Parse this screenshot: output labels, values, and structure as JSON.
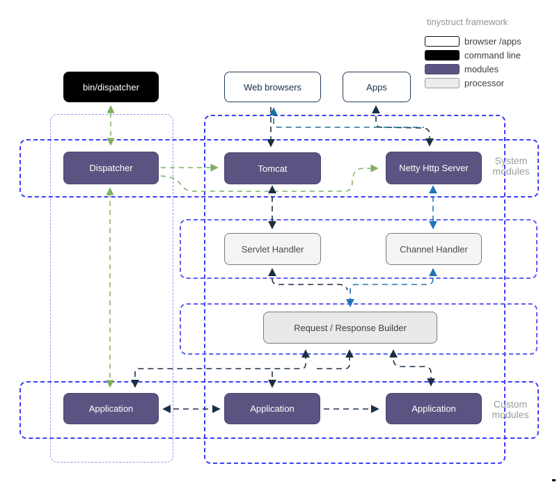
{
  "legend": {
    "title": "tinystruct framework",
    "items": [
      {
        "label": "browser /apps",
        "color": "#ffffff"
      },
      {
        "label": "command line",
        "color": "#000000"
      },
      {
        "label": "modules",
        "color": "#5b5381"
      },
      {
        "label": "processor",
        "color": "#ececec"
      }
    ]
  },
  "nodes": {
    "bin_dispatcher": "bin/dispatcher",
    "web_browsers": "Web browsers",
    "apps": "Apps",
    "dispatcher": "Dispatcher",
    "tomcat": "Tomcat",
    "netty": "Netty Http Server",
    "servlet_handler": "Servlet Handler",
    "channel_handler": "Channel Handler",
    "builder": "Request / Response Builder",
    "application_left": "Application",
    "application_middle": "Application",
    "application_right": "Application"
  },
  "groups": {
    "system_label": "System modules",
    "custom_label": "Custom modules"
  },
  "colors": {
    "module_purple": "#5b5381",
    "container_blue": "#3c3cfe",
    "arrow_green": "#7fae60",
    "arrow_navy": "#1b2f44",
    "arrow_blue": "#2173b4",
    "arrow_teal": "#16729a"
  }
}
